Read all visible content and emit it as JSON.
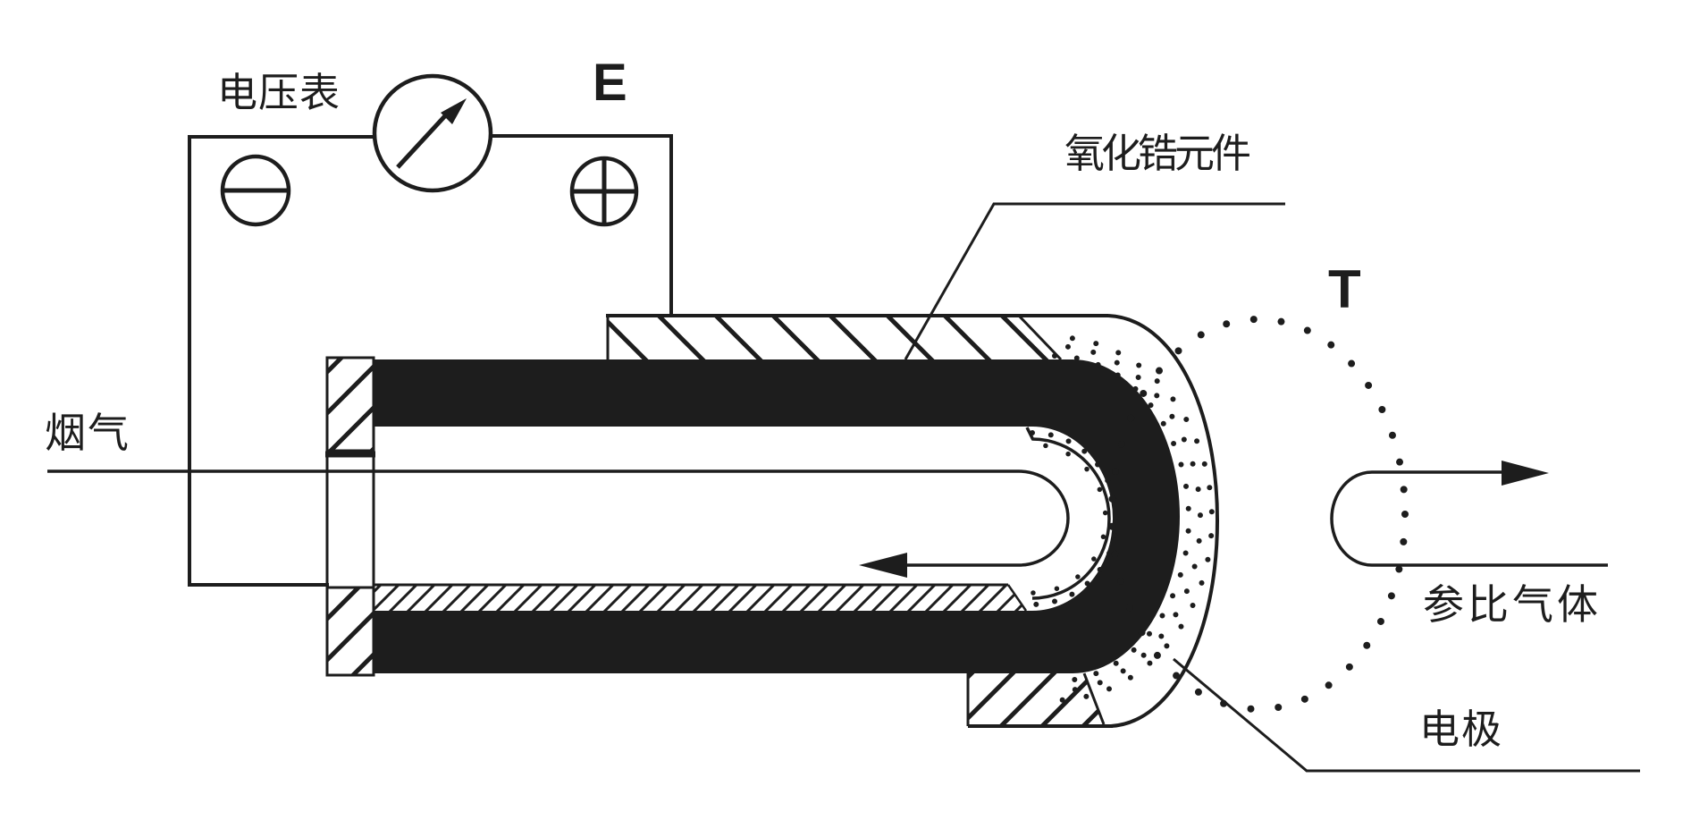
{
  "diagram": {
    "type": "zirconia-oxygen-sensor-schematic",
    "description_labels_present": 7
  },
  "labels": {
    "voltmeter": "电压表",
    "emf_symbol": "E",
    "zirconia_element": "氧化锆元件",
    "temperature_symbol": "T",
    "flue_gas": "烟气",
    "reference_gas": "参比气体",
    "electrode": "电极"
  },
  "symbols": {
    "minus_terminal": "−",
    "plus_terminal": "+",
    "flue_gas_flow_direction": "left",
    "reference_gas_flow_direction": "right",
    "voltmeter_needle_direction": "up-right"
  },
  "colors": {
    "ink": "#1d1d1d",
    "background": "#ffffff"
  }
}
